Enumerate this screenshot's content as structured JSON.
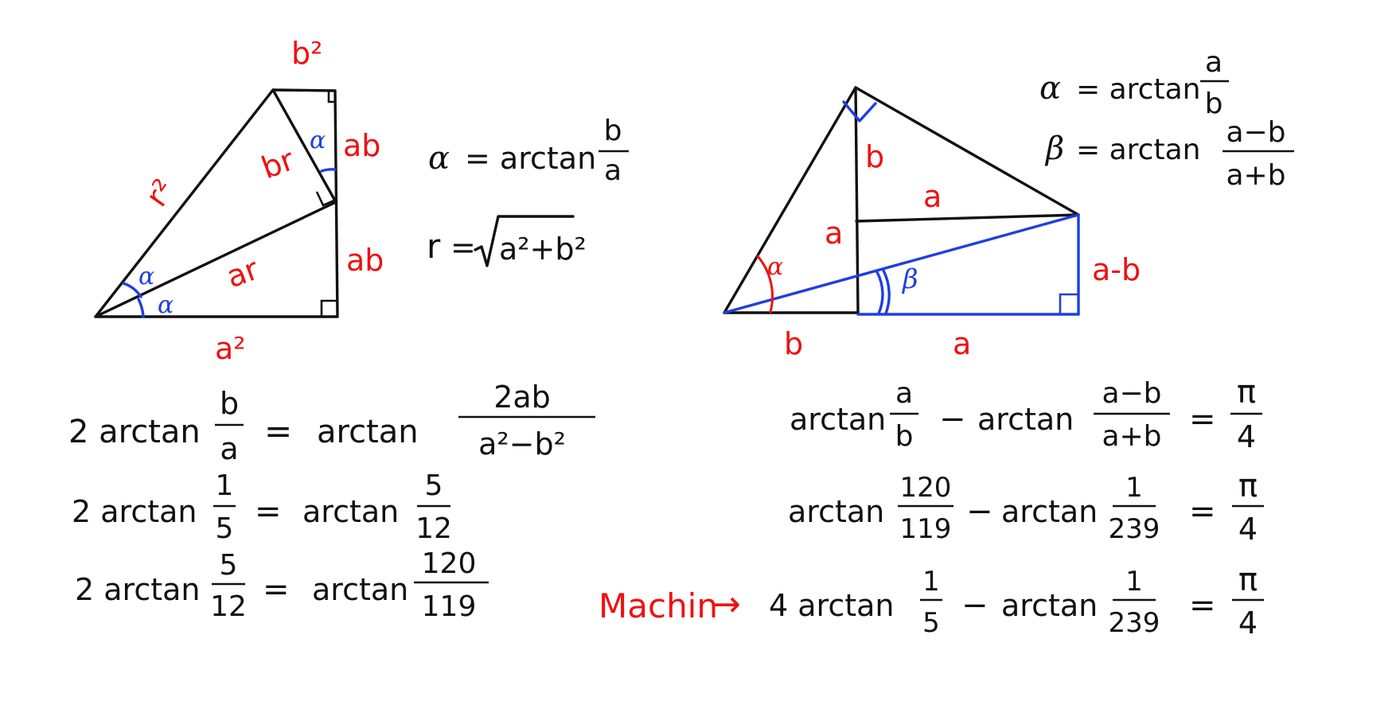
{
  "colors": {
    "ink": "#111111",
    "label_red": "#ee1111",
    "angle_blue": "#1f3fe0",
    "background": "#ffffff"
  },
  "left_figure": {
    "side_labels": {
      "top": "b²",
      "hypotenuse": "r²",
      "inner": "br",
      "right_upper": "ab",
      "right_lower": "ab",
      "middle": "ar",
      "bottom": "a²"
    },
    "angle_labels": {
      "left_upper": "α",
      "left_lower": "α",
      "right": "α"
    }
  },
  "left_formulas": {
    "alpha_lhs": "α",
    "alpha_eq": "= arctan",
    "alpha_num": "b",
    "alpha_den": "a",
    "r_lhs": "r",
    "r_eq": "=",
    "r_radicand": "a²+b²"
  },
  "right_figure": {
    "side_labels": {
      "vertical_upper": "b",
      "vertical_lower": "a",
      "inner_horizontal": "a",
      "right_vertical": "a-b",
      "bottom_left": "b",
      "bottom_right": "a"
    },
    "angle_labels": {
      "alpha": "α",
      "beta": "β"
    }
  },
  "right_formulas": {
    "alpha_lhs": "α",
    "alpha_eq": "= arctan",
    "alpha_num": "a",
    "alpha_den": "b",
    "beta_lhs": "β",
    "beta_eq": "= arctan",
    "beta_num": "a−b",
    "beta_den": "a+b"
  },
  "equations_left": [
    {
      "lhs": "2 arctan",
      "lhs_num": "b",
      "lhs_den": "a",
      "eq": "=",
      "rhs": "arctan",
      "rhs_num": "2ab",
      "rhs_den": "a²−b²"
    },
    {
      "lhs": "2 arctan",
      "lhs_num": "1",
      "lhs_den": "5",
      "eq": "=",
      "rhs": "arctan",
      "rhs_num": "5",
      "rhs_den": "12"
    },
    {
      "lhs": "2 arctan",
      "lhs_num": "5",
      "lhs_den": "12",
      "eq": "=",
      "rhs": "arctan",
      "rhs_num": "120",
      "rhs_den": "119"
    }
  ],
  "equations_right": [
    {
      "t1": "arctan",
      "n1": "a",
      "d1": "b",
      "op": "−",
      "t2": "arctan",
      "n2": "a−b",
      "d2": "a+b",
      "eq": "=",
      "n3": "π",
      "d3": "4"
    },
    {
      "t1": "arctan",
      "n1": "120",
      "d1": "119",
      "op": "−",
      "t2": "arctan",
      "n2": "1",
      "d2": "239",
      "eq": "=",
      "n3": "π",
      "d3": "4"
    }
  ],
  "machin": {
    "label": "Machin",
    "arrow": "→",
    "t1": "4 arctan",
    "n1": "1",
    "d1": "5",
    "op": "−",
    "t2": "arctan",
    "n2": "1",
    "d2": "239",
    "eq": "=",
    "n3": "π",
    "d3": "4"
  }
}
